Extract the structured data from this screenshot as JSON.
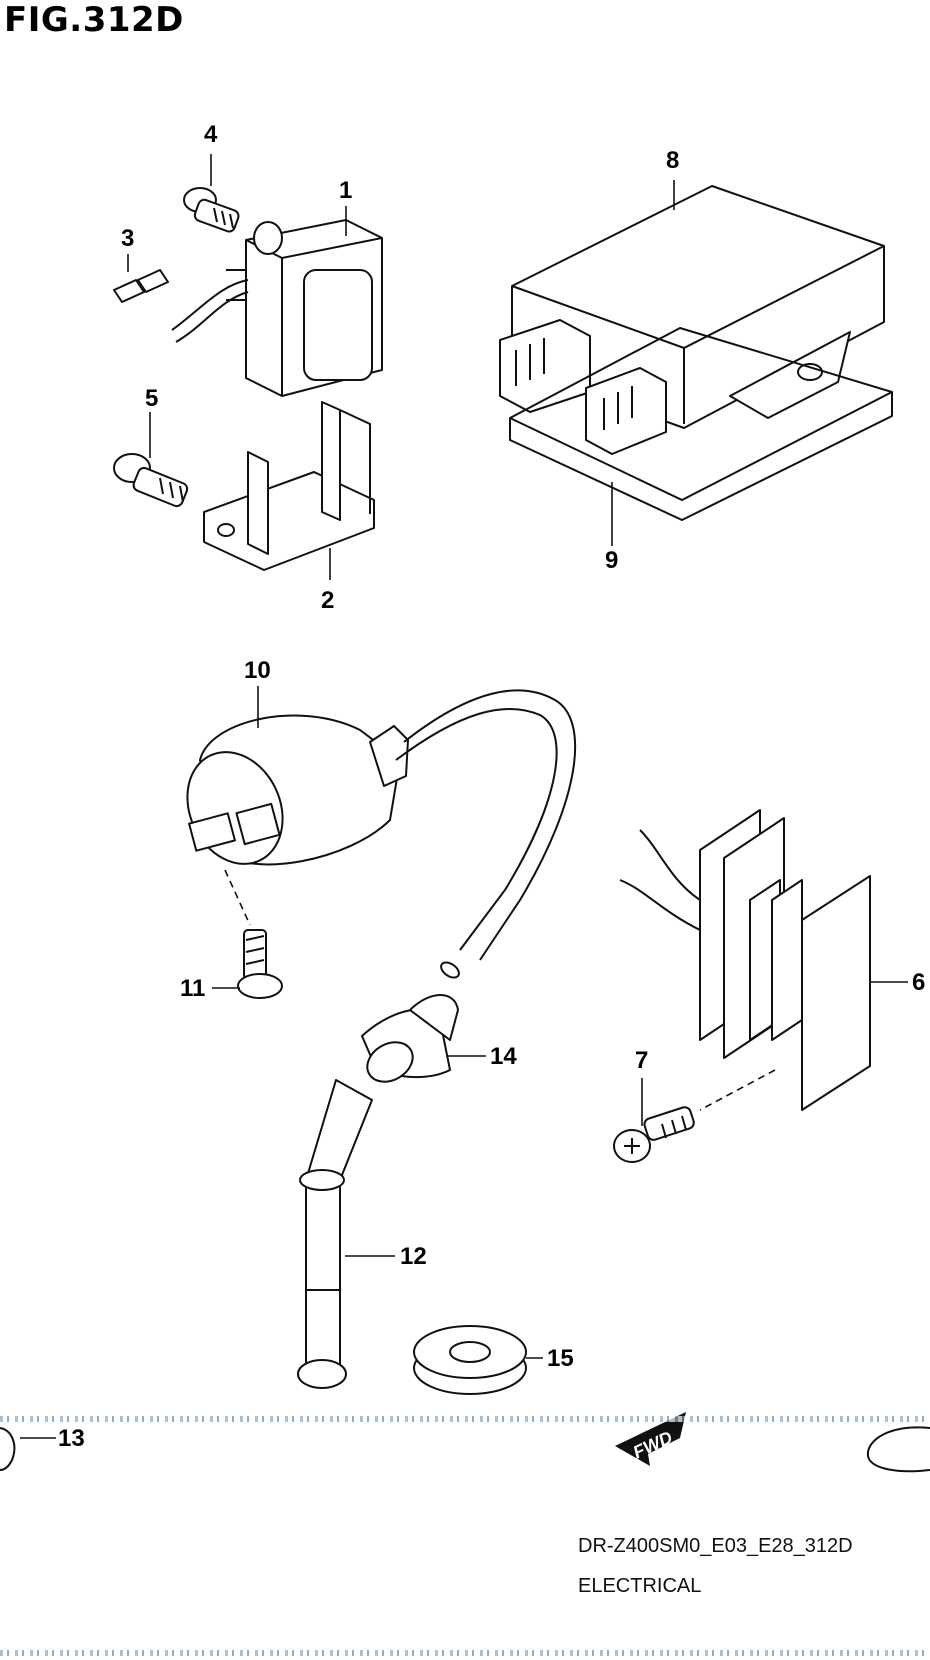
{
  "figure": {
    "title": "FIG.312D"
  },
  "callouts": {
    "p1": "1",
    "p2": "2",
    "p3": "3",
    "p4": "4",
    "p5": "5",
    "p6": "6",
    "p7": "7",
    "p8": "8",
    "p9": "9",
    "p10": "10",
    "p11": "11",
    "p12": "12",
    "p13": "13",
    "p14": "14",
    "p15": "15"
  },
  "direction_label": "FWD",
  "footer": {
    "model_code": "DR-Z400SM0_E03_E28_312D",
    "section_name": "ELECTRICAL"
  }
}
